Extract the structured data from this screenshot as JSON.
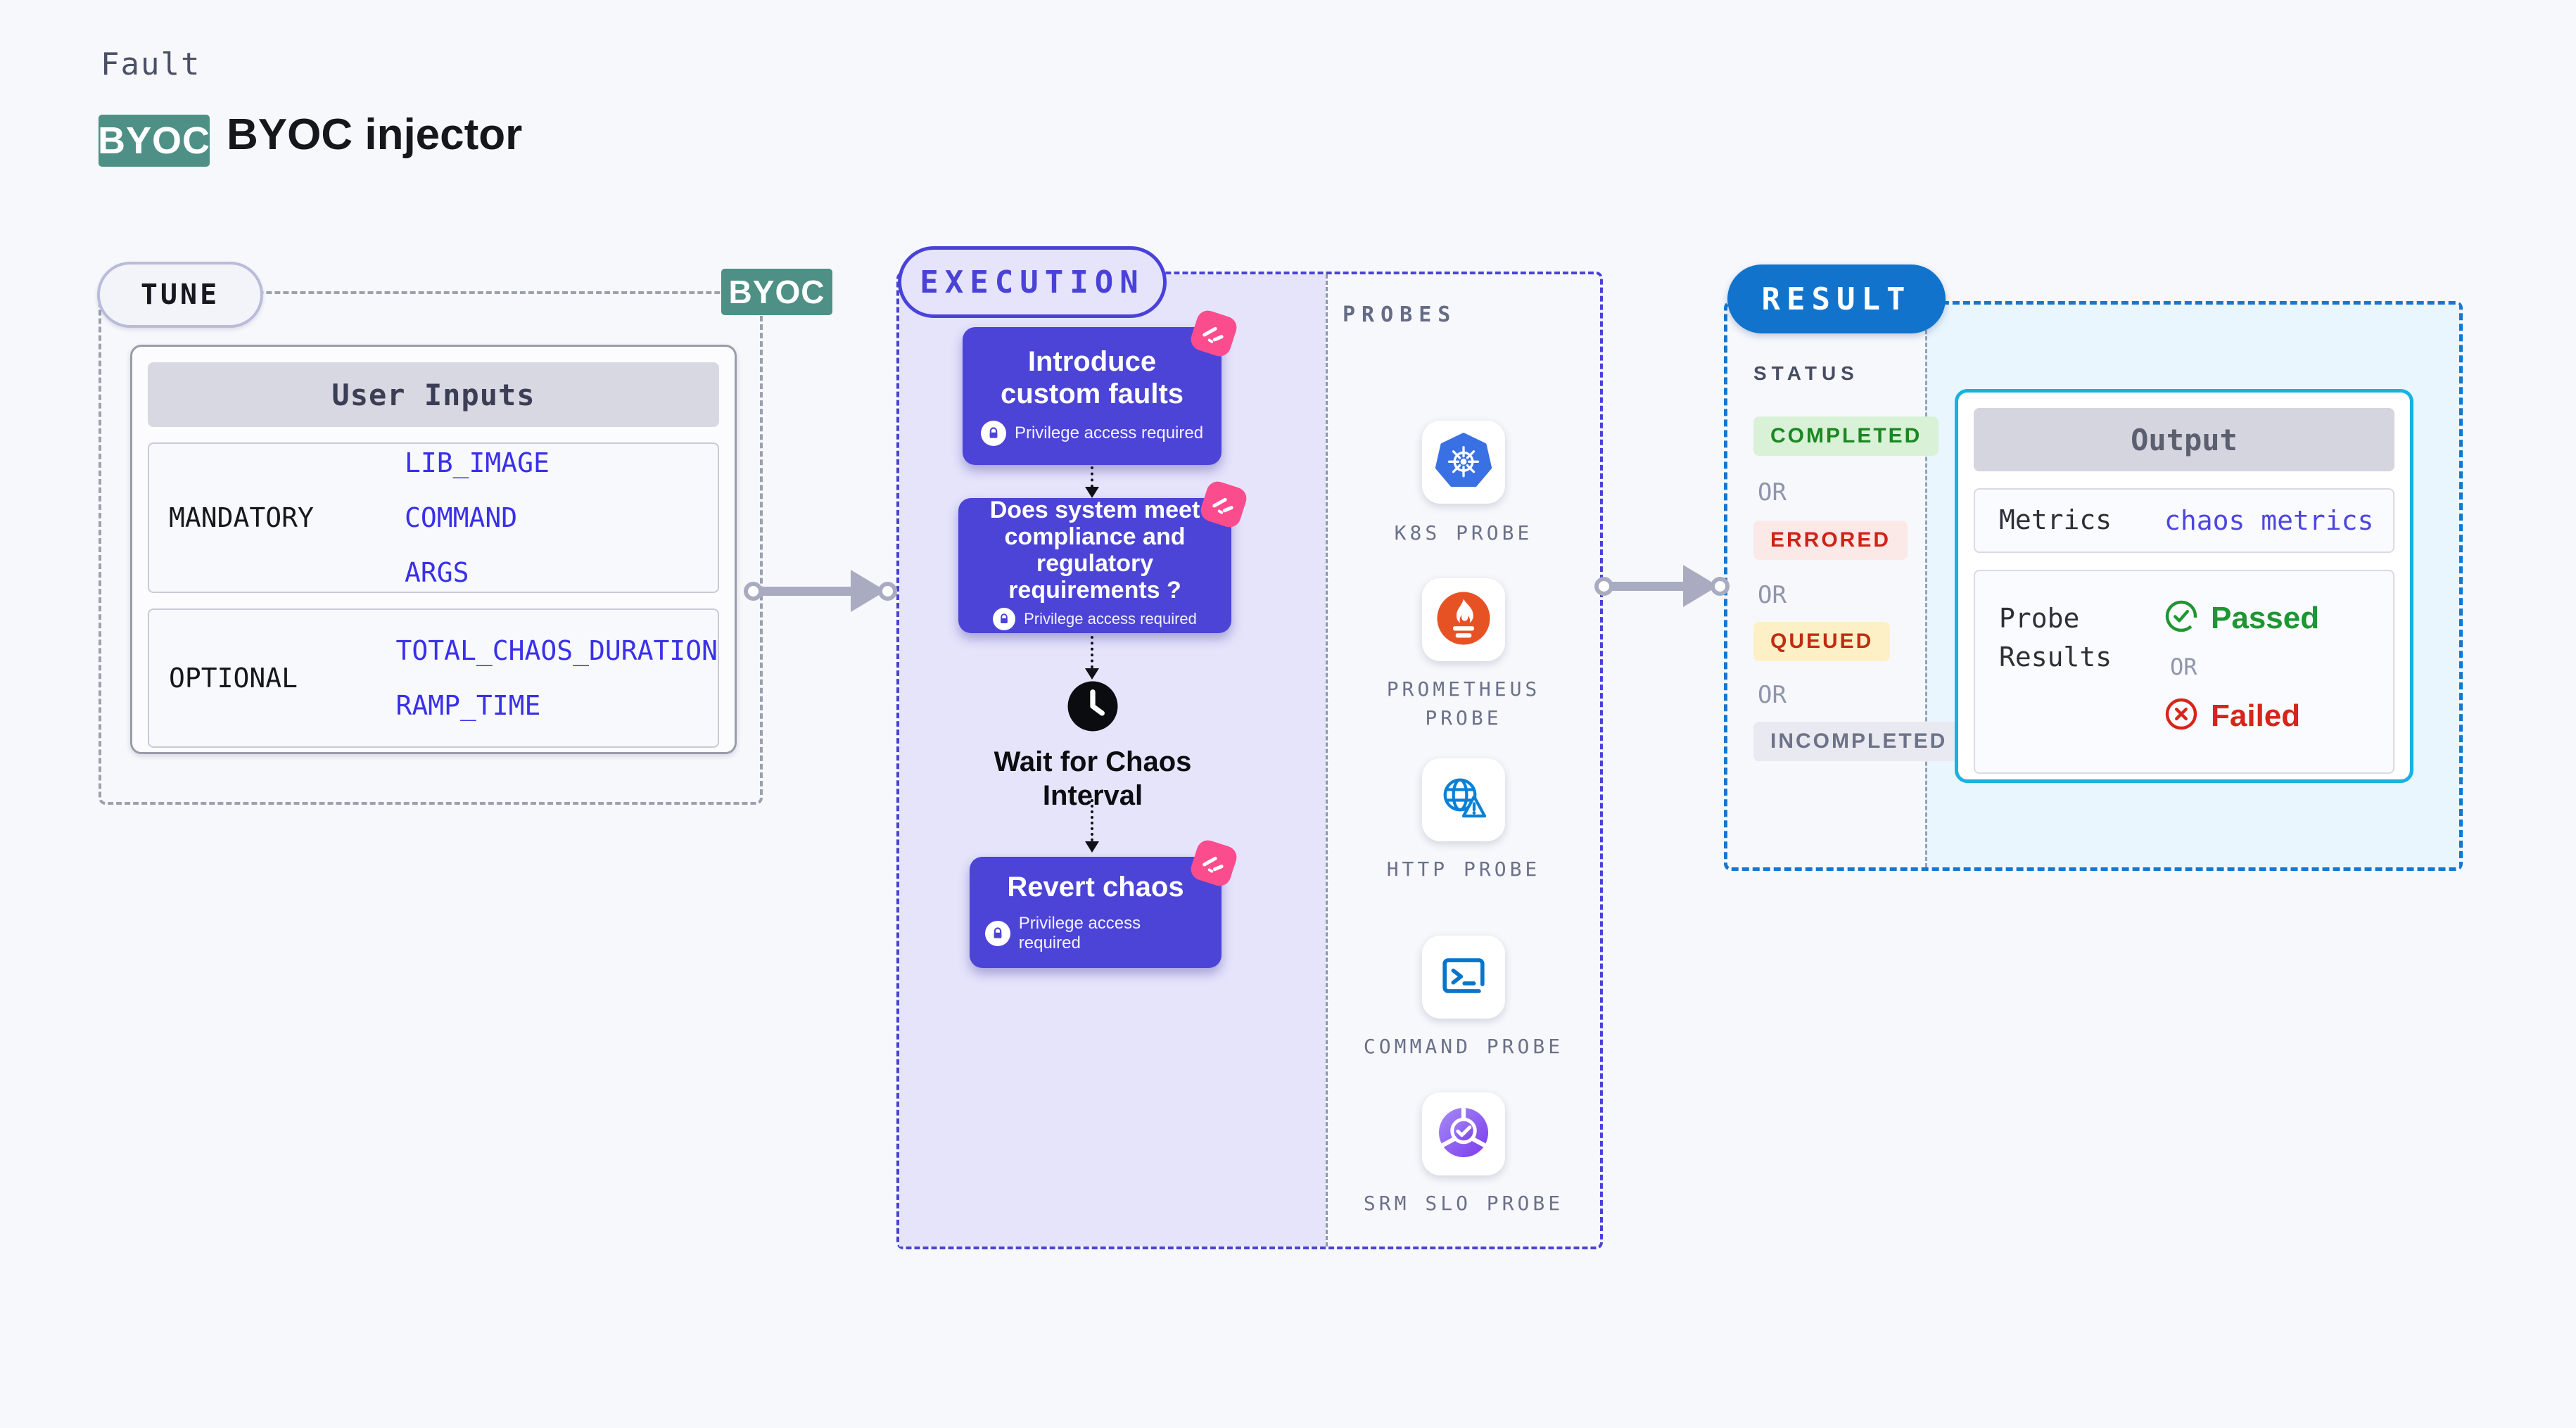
{
  "header": {
    "kicker": "Fault",
    "badge": "BYOC",
    "title": "BYOC injector"
  },
  "tune": {
    "label": "TUNE",
    "byoc_badge": "BYOC",
    "table": {
      "title": "User Inputs",
      "rows": [
        {
          "label": "MANDATORY",
          "values": [
            "LIB_IMAGE",
            "COMMAND",
            "ARGS"
          ]
        },
        {
          "label": "OPTIONAL",
          "values": [
            "TOTAL_CHAOS_DURATION",
            "RAMP_TIME"
          ]
        }
      ]
    }
  },
  "execution": {
    "label": "EXECUTION",
    "boxes": [
      {
        "title": "Introduce custom faults",
        "note": "Privilege access required"
      },
      {
        "title": "Does system meet compliance and regulatory requirements ?",
        "note": "Privilege access required"
      },
      {
        "title": "Revert chaos",
        "note": "Privilege access required"
      }
    ],
    "wait_label": "Wait for Chaos Interval"
  },
  "probes": {
    "label": "PROBES",
    "items": [
      {
        "name": "K8S PROBE",
        "icon": "kubernetes-icon"
      },
      {
        "name": "PROMETHEUS PROBE",
        "icon": "prometheus-icon"
      },
      {
        "name": "HTTP PROBE",
        "icon": "globe-alert-icon"
      },
      {
        "name": "COMMAND PROBE",
        "icon": "terminal-icon"
      },
      {
        "name": "SRM SLO PROBE",
        "icon": "slo-check-icon"
      }
    ]
  },
  "result": {
    "label": "RESULT",
    "status_label": "STATUS",
    "or_label": "OR",
    "statuses": [
      {
        "text": "COMPLETED",
        "fg": "#1c8722",
        "bg": "#d9f2d7"
      },
      {
        "text": "ERRORED",
        "fg": "#cf2318",
        "bg": "#fbe9e8"
      },
      {
        "text": "QUEUED",
        "fg": "#c32b12",
        "bg": "#fdf0c6"
      },
      {
        "text": "INCOMPLETED",
        "fg": "#6d7289",
        "bg": "#e9eaf1"
      }
    ],
    "output": {
      "title": "Output",
      "metrics_label": "Metrics",
      "metrics_value": "chaos metrics",
      "probe_results_label": "Probe Results",
      "passed": "Passed",
      "or_label": "OR",
      "failed": "Failed"
    }
  },
  "colors": {
    "page_bg": "#f7f8fc",
    "teal_badge": "#4e9086",
    "step_purple": "#4c44d6",
    "execution_fill": "#e5e4fb",
    "execution_border": "#4a42d8",
    "tune_border": "#9ba1ae",
    "result_border": "#1477d2",
    "result_fill": "#e9f6fd",
    "output_border": "#18b1e2",
    "result_pill": "#1273cc",
    "value_blue": "#3a30ea",
    "chaos_pink": "#fb4d8e",
    "arrow_grey": "#a9abc0",
    "passed_green": "#1f9632",
    "failed_red": "#d7251a"
  }
}
